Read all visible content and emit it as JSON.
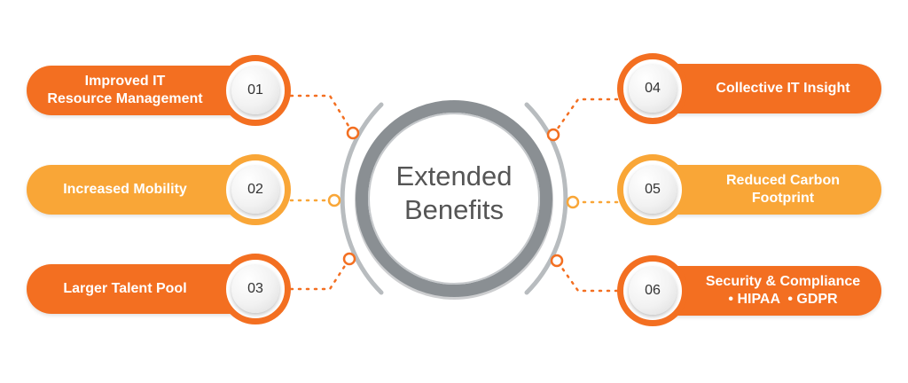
{
  "center": {
    "line1": "Extended",
    "line2": "Benefits"
  },
  "benefits": [
    {
      "number": "01",
      "line1": "Improved IT",
      "line2": "Resource Management"
    },
    {
      "number": "02",
      "line1": "Increased Mobility",
      "line2": ""
    },
    {
      "number": "03",
      "line1": "Larger Talent Pool",
      "line2": ""
    },
    {
      "number": "04",
      "line1": "Collective IT Insight",
      "line2": ""
    },
    {
      "number": "05",
      "line1": "Reduced Carbon",
      "line2": "Footprint"
    },
    {
      "number": "06",
      "line1": "Security & Compliance",
      "line2": "• HIPAA  • GDPR"
    }
  ],
  "colors": {
    "dark_orange": "#f36f21",
    "light_orange": "#f9a637",
    "gray_ring": "#8a8f93",
    "gray_arc": "#b8bcbf",
    "center_text": "#555555"
  }
}
